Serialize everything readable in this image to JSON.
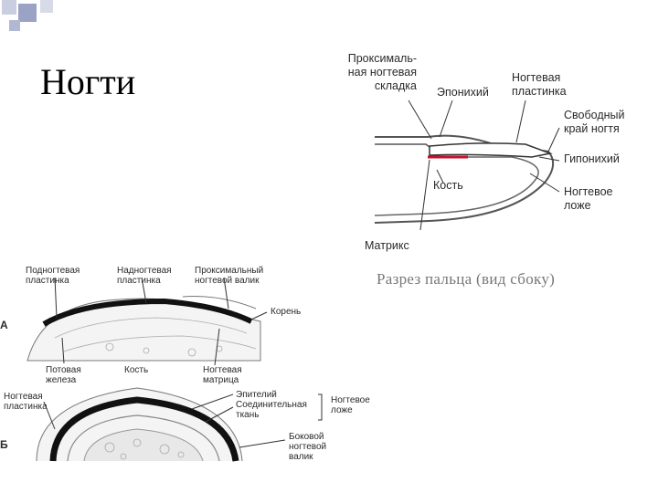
{
  "title": "Ногти",
  "side_diagram": {
    "caption": "Разрез пальца (вид сбоку)",
    "labels": {
      "proximal_fold": "Проксималь-\nная ногтевая\nскладка",
      "eponychium": "Эпонихий",
      "nail_plate": "Ногтевая\nпластинка",
      "free_edge": "Свободный\nкрай ногтя",
      "hyponychium": "Гипонихий",
      "bone": "Кость",
      "nail_bed": "Ногтевое\nложе",
      "matrix": "Матрикс"
    }
  },
  "section_diagram": {
    "panel_a": "А",
    "panel_b": "Б",
    "labels": {
      "subnail_plate": "Подногтевая\nпластинка",
      "supranail_plate": "Надногтевая\nпластинка",
      "proximal_roll": "Проксимальный\nногтевой валик",
      "root": "Корень",
      "sweat_gland": "Потовая\nжелеза",
      "bone": "Кость",
      "nail_matrix": "Ногтевая\nматрица",
      "nail_plate": "Ногтевая\nпластинка",
      "epithelium": "Эпителий",
      "connective": "Соединительная\nткань",
      "nail_bed": "Ногтевое\nложе",
      "lateral_roll": "Боковой\nногтевой\nвалик"
    }
  },
  "colors": {
    "accent_squares": "#9aa3c4",
    "hyponychium_line": "#c8102e",
    "caption": "#777777"
  }
}
